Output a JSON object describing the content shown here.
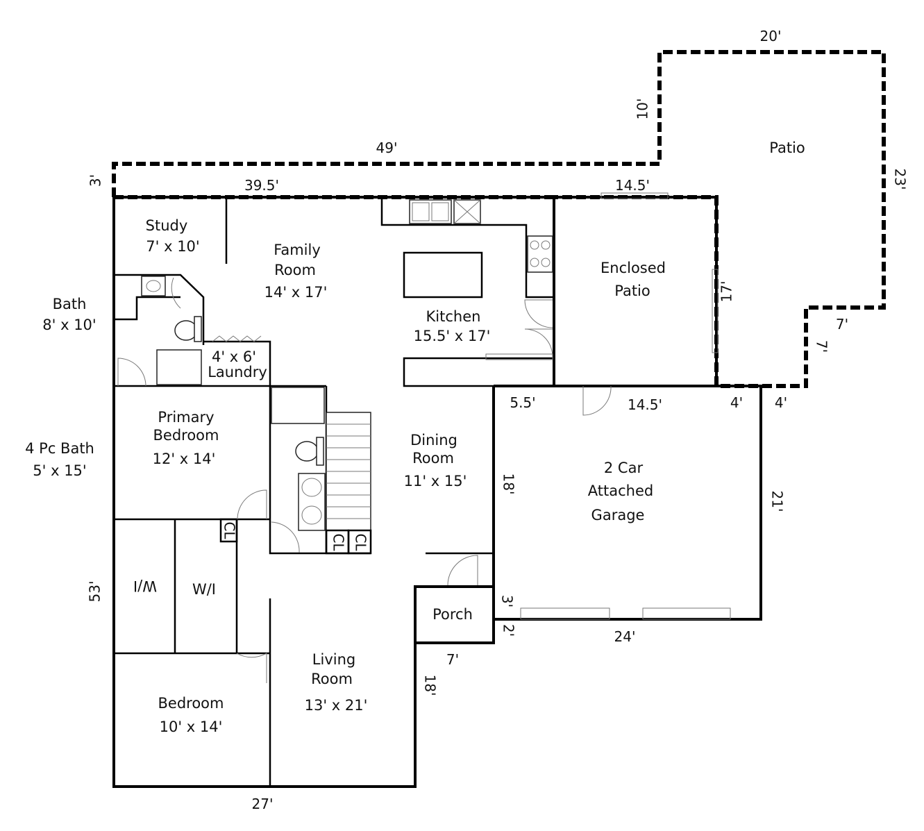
{
  "rooms": {
    "study": {
      "name": "Study",
      "size": "7' x 10'"
    },
    "family": {
      "line1": "Family",
      "line2": "Room",
      "size": "14'  x  17'"
    },
    "kitchen": {
      "name": "Kitchen",
      "size": "15.5'  x  17'"
    },
    "enclosed_patio": {
      "line1": "Enclosed",
      "line2": "Patio"
    },
    "patio": {
      "name": "Patio"
    },
    "bath": {
      "name": "Bath",
      "size": "8'  x 10'"
    },
    "laundry": {
      "size": "4' x 6'",
      "name": "Laundry"
    },
    "primary_bedroom": {
      "line1": "Primary",
      "line2": "Bedroom",
      "size": "12' x 14'"
    },
    "four_pc_bath": {
      "name": "4 Pc  Bath",
      "size": "5' x 15'"
    },
    "dining": {
      "line1": "Dining",
      "line2": "Room",
      "size": "11' x 15'"
    },
    "garage": {
      "line1": "2 Car",
      "line2": "Attached",
      "line3": "Garage"
    },
    "wi_left": {
      "name": "W/I"
    },
    "wi_right": {
      "name": "W/I"
    },
    "living": {
      "line1": "Living",
      "line2": "Room",
      "size": "13' x 21'"
    },
    "bedroom": {
      "name": "Bedroom",
      "size": "10'  x  14'"
    },
    "porch": {
      "name": "Porch"
    },
    "closets": [
      "CL",
      "CL",
      "CL"
    ]
  },
  "dimensions": {
    "patio_top": "20'",
    "patio_left": "10'",
    "deck_top": "49'",
    "deck_left": "3'",
    "patio_right": "23'",
    "house_top": "39.5'",
    "enclosed_top": "14.5'",
    "enclosed_right": "17'",
    "patio_step_h": "7'",
    "patio_step_v": "7'",
    "garage_left_top": "5.5'",
    "garage_top": "14.5'",
    "garage_top_right_a": "4'",
    "garage_top_right_b": "4'",
    "garage_left": "18'",
    "garage_right": "21'",
    "house_left": "53'",
    "porch_dim_a": "3'",
    "porch_dim_b": "2'",
    "garage_bottom": "24'",
    "porch_bottom": "7'",
    "living_right": "18'",
    "house_bottom": "27'"
  }
}
